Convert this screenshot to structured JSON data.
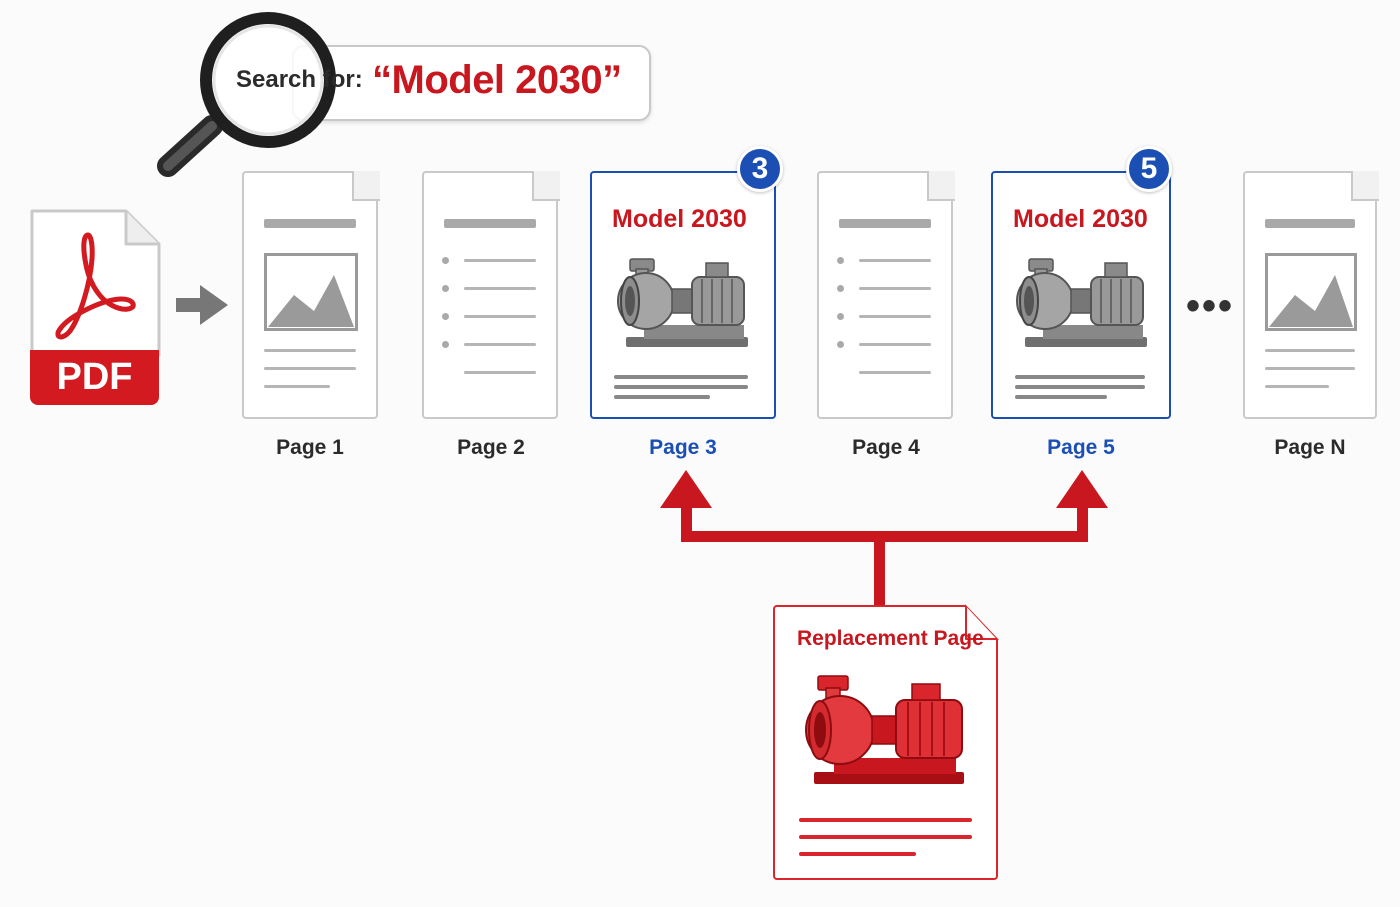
{
  "search": {
    "label": "Search for:",
    "query": "“Model 2030”"
  },
  "source_file": {
    "label": "PDF"
  },
  "pages": [
    {
      "label": "Page 1",
      "kind": "image",
      "match": false
    },
    {
      "label": "Page 2",
      "kind": "list",
      "match": false
    },
    {
      "label": "Page 3",
      "kind": "product",
      "match": true,
      "title": "Model 2030",
      "badge": "3"
    },
    {
      "label": "Page 4",
      "kind": "list",
      "match": false
    },
    {
      "label": "Page 5",
      "kind": "product",
      "match": true,
      "title": "Model 2030",
      "badge": "5"
    },
    {
      "label": "Page N",
      "kind": "image",
      "match": false
    }
  ],
  "ellipsis": "•••",
  "replacement": {
    "title": "Replacement Page"
  },
  "colors": {
    "accent_red": "#c8171e",
    "match_blue": "#1b4fb4",
    "neutral_gray": "#a9a9a9"
  }
}
